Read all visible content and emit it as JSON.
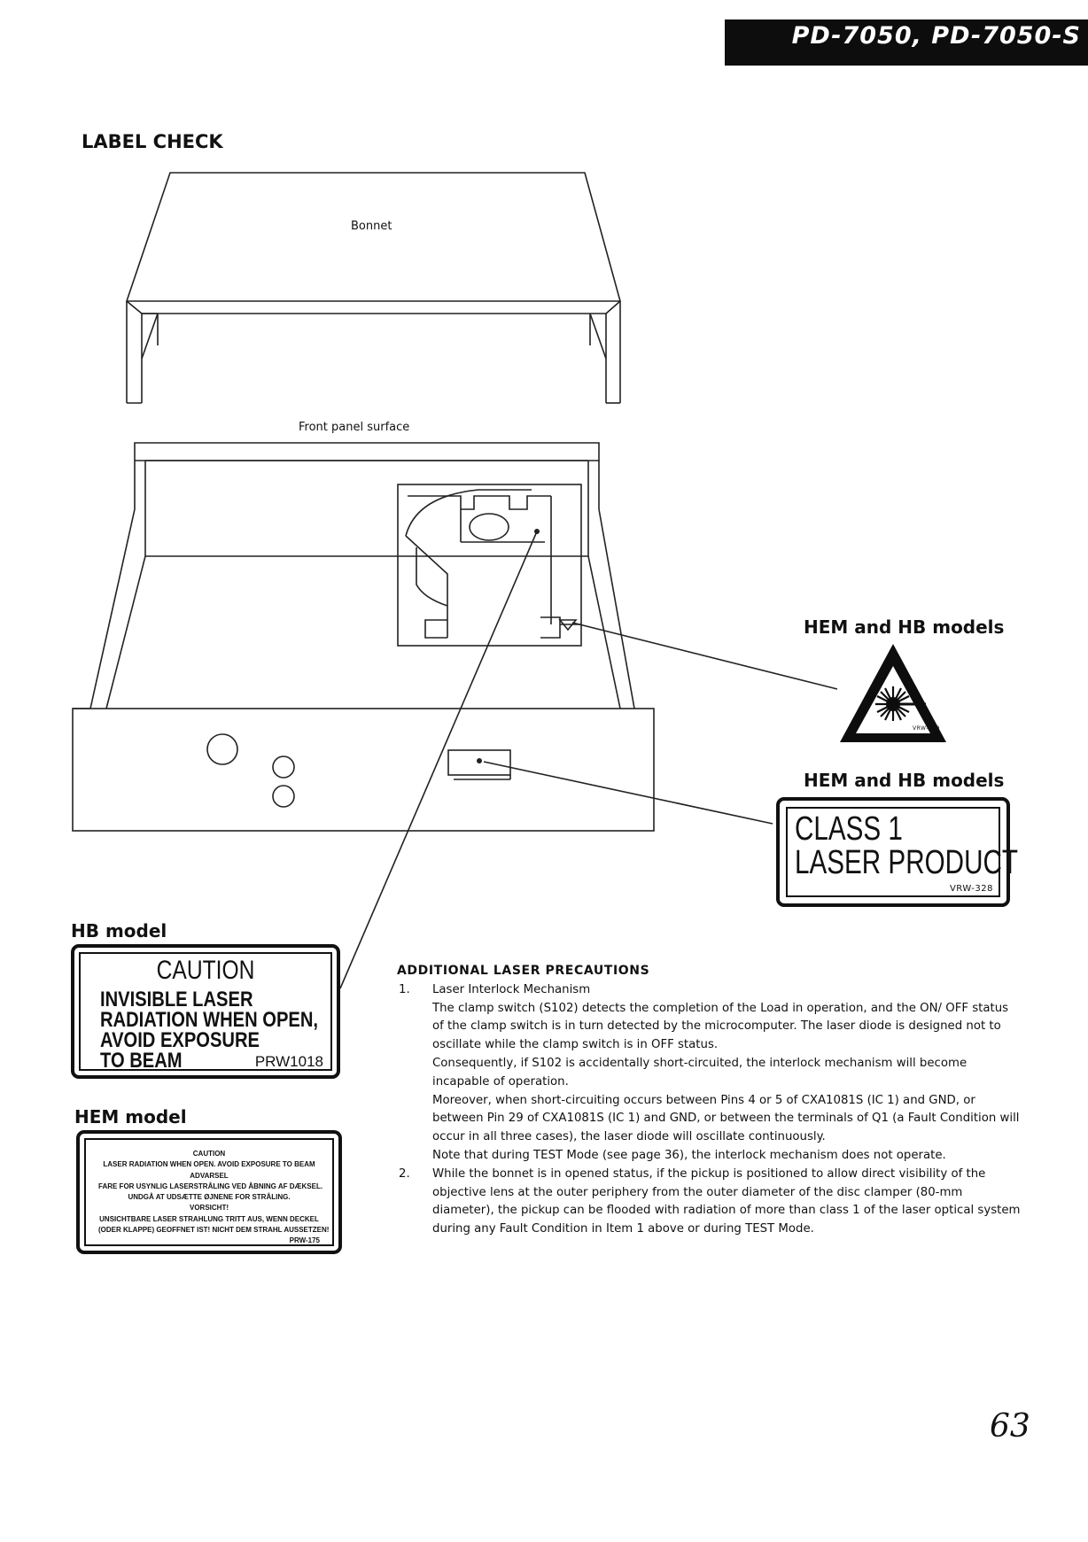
{
  "header": {
    "model": "PD-7050, PD-7050-S"
  },
  "section_title": "LABEL CHECK",
  "diagram": {
    "bonnet_label": "Bonnet",
    "front_panel_label": "Front panel surface"
  },
  "labels": {
    "hem_hb_triangle": {
      "model": "HEM and HB models",
      "code": "VRW-379",
      "icon": "laser-warning-triangle-icon"
    },
    "hem_hb_class1": {
      "model": "HEM and HB models",
      "line1": "CLASS 1",
      "line2": "LASER PRODUCT",
      "code": "VRW-328"
    },
    "hb": {
      "model": "HB model",
      "title": "CAUTION",
      "line1": "INVISIBLE LASER",
      "line2": "RADIATION WHEN OPEN,",
      "line3": "AVOID EXPOSURE",
      "line4": "TO BEAM",
      "code": "PRW1018"
    },
    "hem": {
      "model": "HEM model",
      "lines": [
        "CAUTION",
        "LASER RADIATION WHEN OPEN. AVOID EXPOSURE TO BEAM",
        "ADVARSEL",
        "FARE FOR USYNLIG LASERSTRÅLING VED ÅBNING AF DÆKSEL.",
        "UNDGÅ AT UDSÆTTE ØJNENE FOR STRÅLING.",
        "VORSICHT!",
        "UNSICHTBARE LASER STRAHLUNG TRITT AUS, WENN DECKEL",
        "(ODER KLAPPE) GEOFFNET IST! NICHT DEM STRAHL AUSSETZEN!"
      ],
      "code": "PRW-175"
    }
  },
  "precautions": {
    "title": "ADDITIONAL LASER PRECAUTIONS",
    "item1": {
      "num": "1.",
      "heading": "Laser Interlock Mechanism",
      "p1": "The clamp switch (S102) detects the completion of the Load in operation, and the ON/ OFF status of the clamp switch is in turn detected by the microcomputer. The laser diode is designed not to oscillate while the clamp switch is in OFF status.",
      "p2": "Consequently, if S102 is accidentally short-circuited, the interlock mechanism will become incapable of operation.",
      "p3": "Moreover, when short-circuiting occurs between Pins 4 or 5 of CXA1081S (IC 1) and GND, or between Pin 29 of CXA1081S (IC 1) and GND, or between the terminals of Q1 (a Fault Condition will occur in all three cases), the laser diode will oscillate continuously.",
      "p4": "Note that during TEST Mode (see page 36), the interlock mechanism does not operate."
    },
    "item2": {
      "num": "2.",
      "text": "While the bonnet is in opened status, if the pickup is positioned to allow direct visibility of the objective lens at the outer periphery from the outer diameter of the disc clamper (80-mm diameter), the pickup can be flooded with radiation of more than class 1 of the laser optical system during any Fault Condition in Item 1 above or during TEST Mode."
    }
  },
  "page_number": "63"
}
